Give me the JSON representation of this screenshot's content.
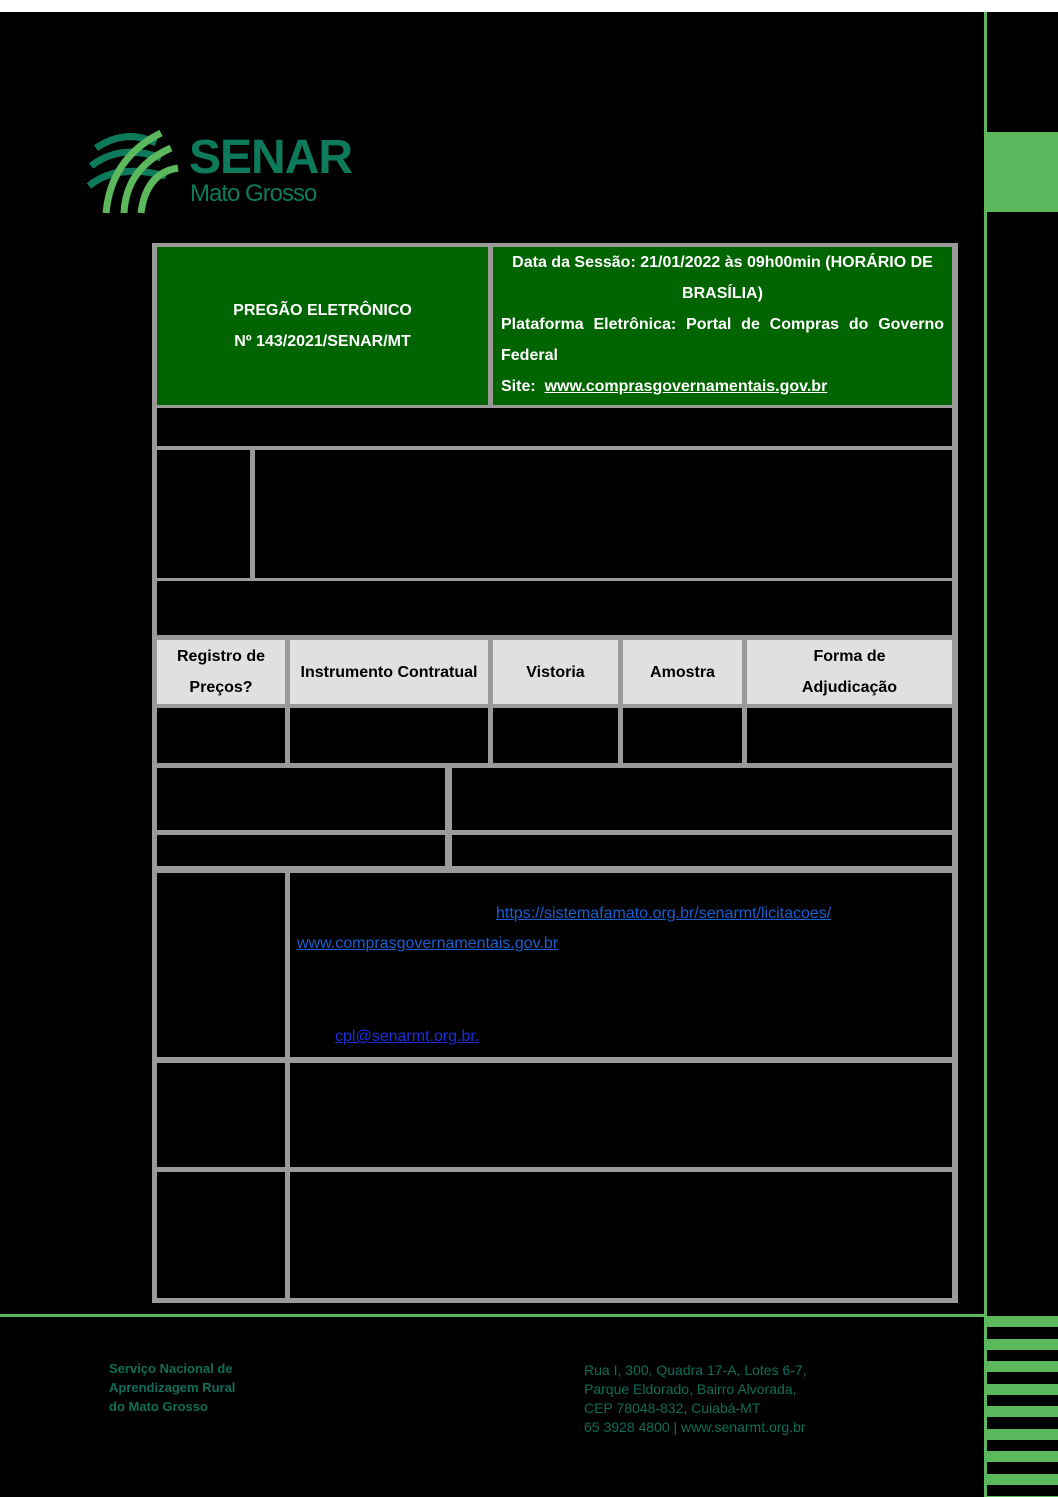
{
  "logo": {
    "name": "SENAR",
    "region": "Mato Grosso"
  },
  "header": {
    "left": [
      "PREGÃO ELETRÔNICO",
      "Nº 143/2021/SENAR/MT"
    ],
    "session": "Data da Sessão: 21/01/2022 às 09h00min (HORÁRIO DE BRASÍLIA)",
    "platform": "Plataforma Eletrônica: Portal de Compras do Governo Federal",
    "site_label": "Site:",
    "site_url": "www.comprasgovernamentais.gov.br"
  },
  "columns": [
    "Registro de Preços?",
    "Instrumento Contratual",
    "Vistoria",
    "Amostra",
    "Forma de Adjudicação"
  ],
  "links": {
    "licitacoes": "https://sistemafamato.org.br/senarmt/licitacoes/",
    "compras": "www.comprasgovernamentais.gov.br",
    "email": "cpl@senarmt.org.br."
  },
  "footer": {
    "org": [
      "Serviço Nacional de",
      "Aprendizagem Rural",
      "do Mato Grosso"
    ],
    "address": [
      "Rua I, 300, Quadra 17-A, Lotes 6-7,",
      "Parque Eldorado, Bairro Alvorada,",
      "CEP 78048-832, Cuiabá-MT",
      "65 3928 4800 | www.senarmt.org.br"
    ]
  },
  "colors": {
    "brand_green": "#006400",
    "accent_green": "#5cb85c",
    "logo_teal": "#0e7a5c"
  }
}
